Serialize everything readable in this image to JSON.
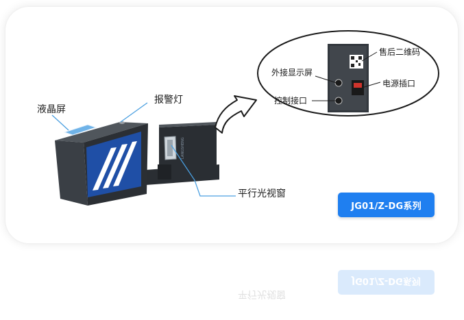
{
  "labels": {
    "lcd": "液晶屏",
    "alarm": "报警灯",
    "window": "平行光视窗",
    "qr": "售后二维码",
    "display_port": "外接显示屏",
    "power": "电源插口",
    "control_port": "控制接口"
  },
  "badge": "JG01/Z-DG系列",
  "colors": {
    "badge_blue": "#1f7ff0",
    "panel_blue": "#1f4fa6",
    "body_dark": "#2b2f34",
    "pointer_line": "#4a9fe0"
  }
}
